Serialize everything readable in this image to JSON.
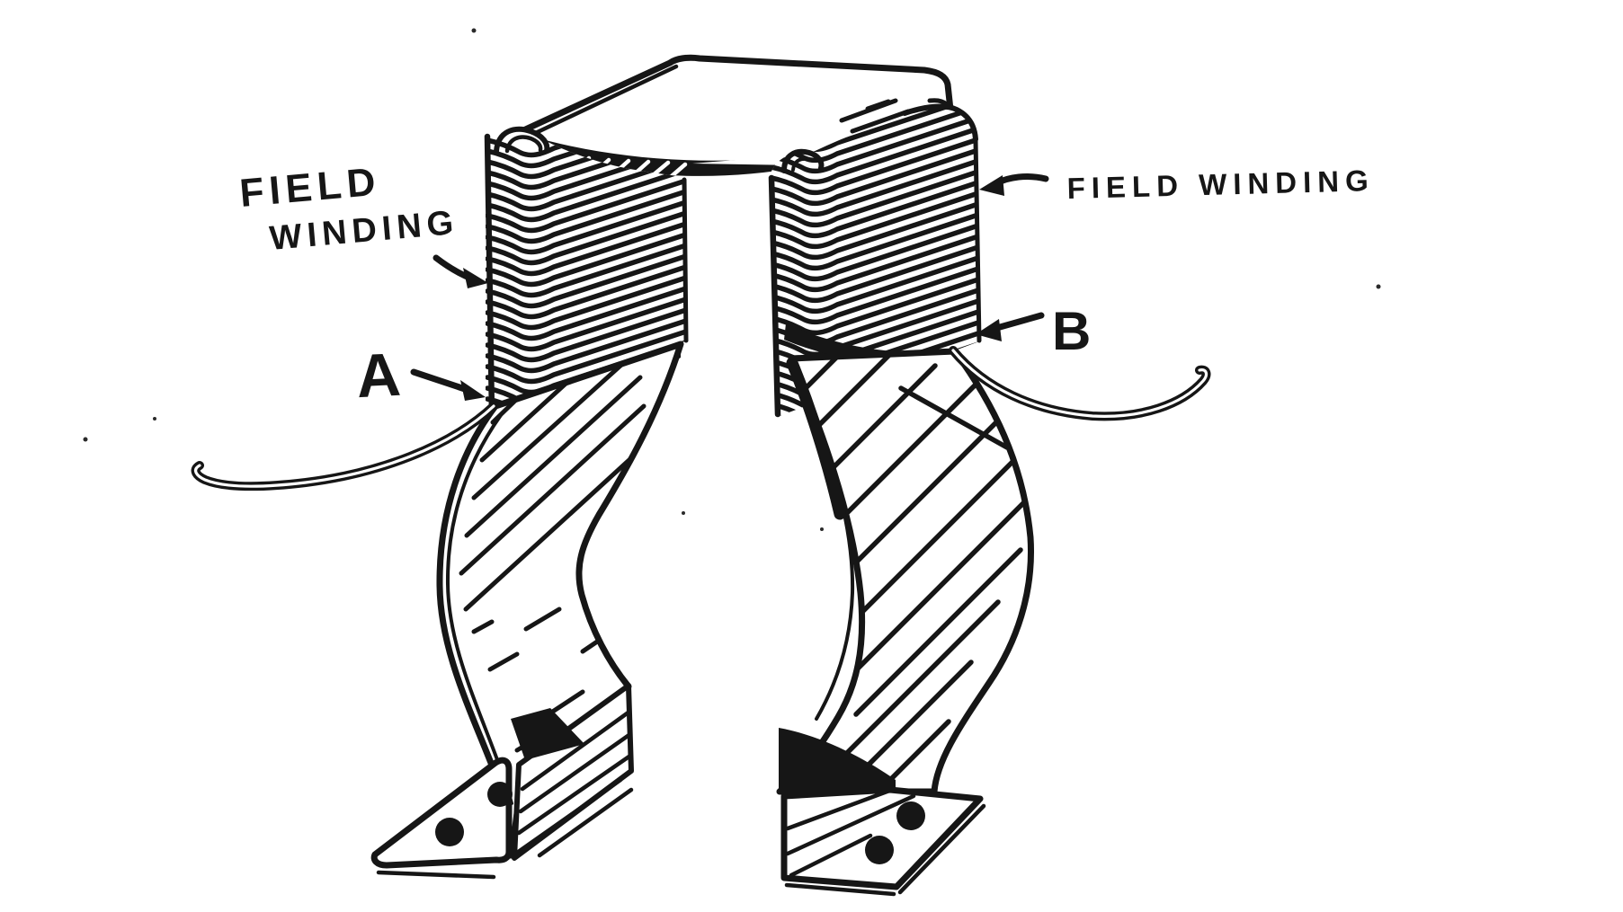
{
  "figure": {
    "type": "hand-drawn engraving of a bipolar field magnet with windings",
    "labels": {
      "field_winding_left_line1": "FIELD",
      "field_winding_left_line2": "WINDING",
      "field_winding_right": "FIELD WINDING",
      "terminal_a": "A",
      "terminal_b": "B"
    },
    "colors": {
      "ink": "#161616",
      "paper": "#ffffff"
    }
  }
}
